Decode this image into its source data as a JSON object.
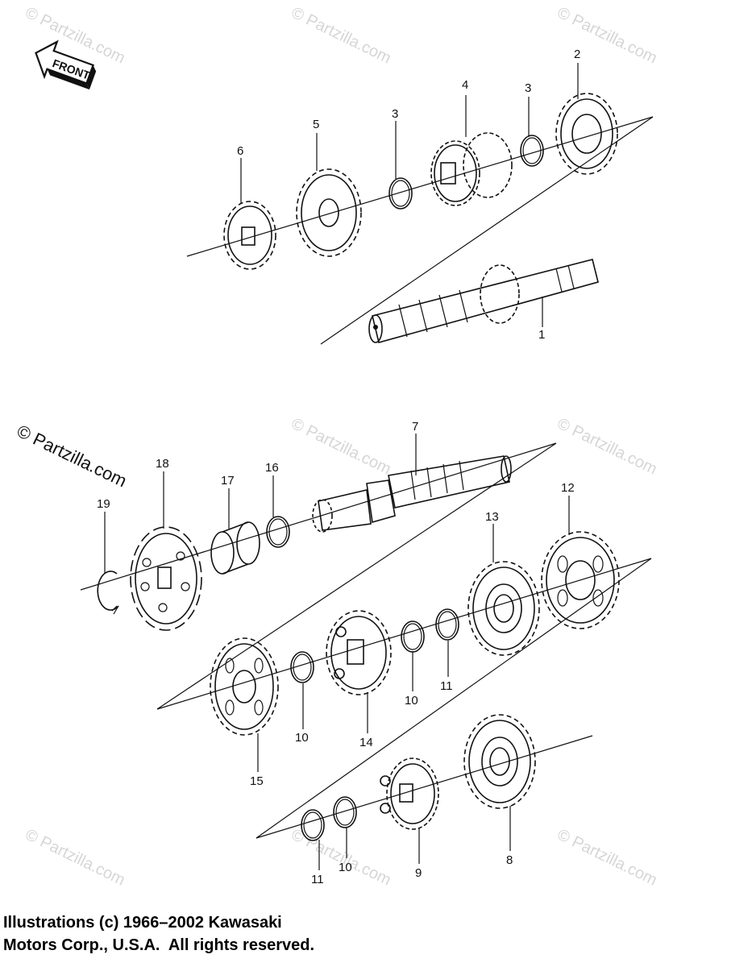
{
  "front_label": "FRONT",
  "watermark_text": "© Partzilla.com",
  "copyright_overlay": "© Partzilla.com",
  "credit_line_1": "Illustrations (c) 1966–2002 Kawasaki",
  "credit_line_2": "Motors Corp., U.S.A.  All rights reserved.",
  "callouts": {
    "c1": "1",
    "c2": "2",
    "c3a": "3",
    "c3b": "3",
    "c4": "4",
    "c5": "5",
    "c6": "6",
    "c7": "7",
    "c8": "8",
    "c9": "9",
    "c10a": "10",
    "c10b": "10",
    "c10c": "10",
    "c11a": "11",
    "c11b": "11",
    "c12": "12",
    "c13": "13",
    "c14": "14",
    "c15": "15",
    "c16": "16",
    "c17": "17",
    "c18": "18",
    "c19": "19"
  }
}
